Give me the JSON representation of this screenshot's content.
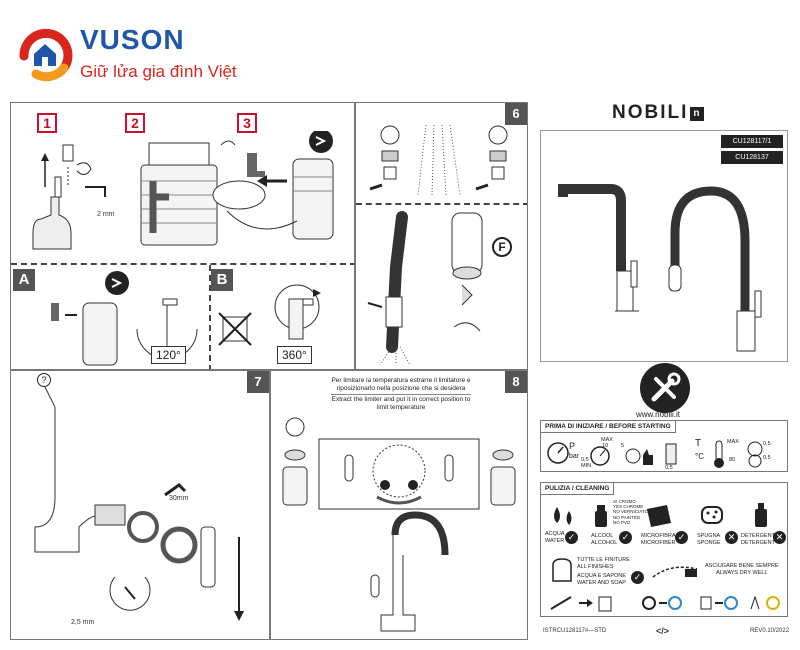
{
  "brand": {
    "name": "VUSON",
    "tagline": "Giữ lửa gia đình Việt",
    "colors": {
      "blue": "#1f56a8",
      "red": "#d9261c",
      "orange": "#f39a1e"
    }
  },
  "manual": {
    "steps_top": [
      "1",
      "2",
      "3"
    ],
    "steps_mid": [
      "A",
      "B"
    ],
    "panel_numbers": {
      "p6": "6",
      "p7": "7",
      "p8": "8"
    },
    "labels": {
      "allen_2mm": "2 mm",
      "angle_a": "120°",
      "angle_b": "360°",
      "letter_f": "F",
      "mm30": "30mm",
      "allen_25mm": "2,5 mm",
      "question": "?"
    },
    "temperature_note": {
      "it": "Per limitare la temperatura estrarre il limitatore e riposizionarlo nella posizione che si desidera",
      "en": "Extract the limiter and put it in correct position to limit temperature"
    }
  },
  "product": {
    "logo": "NOBILI",
    "codes": [
      "CU128117/1",
      "CU128137"
    ],
    "website": "www.nobili.it"
  },
  "before_starting": {
    "title": "PRIMA DI INIZIARE / BEFORE STARTING",
    "items": [
      {
        "line1": "P",
        "line2": "bar"
      },
      {
        "line1": "MAX",
        "line2": "10",
        "line3": "0,5",
        "line4": "MIN"
      },
      {
        "line1": "5",
        "line2": ""
      },
      {
        "line1": "0,5",
        "line2": ""
      },
      {
        "line1": "T",
        "line2": "°C"
      },
      {
        "line1": "MAX",
        "line2": "80"
      },
      {
        "line1": "0,5",
        "line2": "0,5"
      }
    ]
  },
  "cleaning": {
    "title": "PULIZIA / CLEANING",
    "row1": [
      {
        "label": "ACQUA\nWATER",
        "ok": true
      },
      {
        "label": "ALCOOL\nALCOHOL",
        "ok": true,
        "extra": "SI CROMO\nYES CHROME\nNO VERNICIATO\nNO PAINTED\nNO PVD"
      },
      {
        "label": "MICROFIBRA\nMICROFIBER",
        "ok": true
      },
      {
        "label": "SPUGNA\nSPONGE",
        "ok": false
      },
      {
        "label": "DETERGENTE\nDETERGENT",
        "ok": false
      }
    ],
    "row2": [
      {
        "label": "TUTTE LE FINITURE\nALL FINISHES",
        "sub": "ACQUA E SAPONE\nWATER AND SOAP"
      },
      {
        "label": "ASCIUGARE BENE SEMPRE\nALWAYS DRY WELL"
      }
    ]
  },
  "footer": {
    "left": "ISTRCU128117#—STD",
    "mid": "</>",
    "right": "REV0.10/2022"
  }
}
